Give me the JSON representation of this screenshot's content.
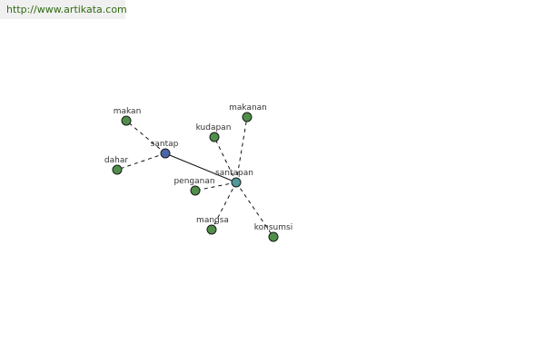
{
  "source": {
    "url": "http://www.artikata.com",
    "color": "#2f6b12"
  },
  "graph": {
    "colors": {
      "root_node": "#4a66a8",
      "hub_node": "#4f9a9a",
      "leaf_node": "#4f8f4a",
      "edge": "#111111"
    },
    "nodes": [
      {
        "id": "santap",
        "label": "santap",
        "role": "root"
      },
      {
        "id": "santapan",
        "label": "santapan",
        "role": "hub"
      },
      {
        "id": "makan",
        "label": "makan",
        "role": "leaf"
      },
      {
        "id": "dahar",
        "label": "dahar",
        "role": "leaf"
      },
      {
        "id": "kudapan",
        "label": "kudapan",
        "role": "leaf"
      },
      {
        "id": "makanan",
        "label": "makanan",
        "role": "leaf"
      },
      {
        "id": "penganan",
        "label": "penganan",
        "role": "leaf"
      },
      {
        "id": "mangsa",
        "label": "mangsa",
        "role": "leaf"
      },
      {
        "id": "konsumsi",
        "label": "konsumsi",
        "role": "leaf"
      }
    ],
    "edges": [
      {
        "from": "santap",
        "to": "santapan",
        "style": "solid"
      },
      {
        "from": "santap",
        "to": "makan",
        "style": "dashed"
      },
      {
        "from": "santap",
        "to": "dahar",
        "style": "dashed"
      },
      {
        "from": "santapan",
        "to": "kudapan",
        "style": "dashed"
      },
      {
        "from": "santapan",
        "to": "makanan",
        "style": "dashed"
      },
      {
        "from": "santapan",
        "to": "penganan",
        "style": "dashed"
      },
      {
        "from": "santapan",
        "to": "mangsa",
        "style": "dashed"
      },
      {
        "from": "santapan",
        "to": "konsumsi",
        "style": "dashed"
      }
    ]
  }
}
